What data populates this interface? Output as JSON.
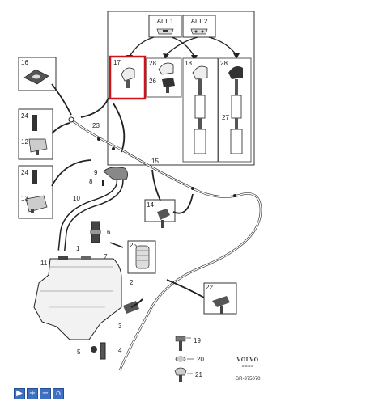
{
  "alternatives": [
    "ALT 1",
    "ALT 2"
  ],
  "part_numbers": {
    "p1": "1",
    "p2": "2",
    "p3": "3",
    "p4": "4",
    "p5": "5",
    "p6": "6",
    "p7": "7",
    "p8": "8",
    "p9": "9",
    "p10": "10",
    "p11": "11",
    "p12": "12",
    "p13": "13",
    "p14": "14",
    "p15": "15",
    "p16": "16",
    "p17": "17",
    "p18": "18",
    "p19": "19",
    "p20": "20",
    "p21": "21",
    "p22": "22",
    "p23": "23",
    "p24a": "24",
    "p24b": "24",
    "p25": "25",
    "p26": "26",
    "p27": "27",
    "p28a": "28",
    "p28b": "28"
  },
  "brand": {
    "logo": "VOLVO",
    "tagline": "IIIIIIIIIII",
    "reference": "GR-375070"
  },
  "selected_part": "17",
  "highlight_color": "#d0121b",
  "toolbar": {
    "buttons": [
      {
        "icon": "play-icon",
        "glyph": "▶"
      },
      {
        "icon": "plus-icon",
        "glyph": "+"
      },
      {
        "icon": "minus-icon",
        "glyph": "−"
      },
      {
        "icon": "home-icon",
        "glyph": "⌂"
      }
    ]
  }
}
